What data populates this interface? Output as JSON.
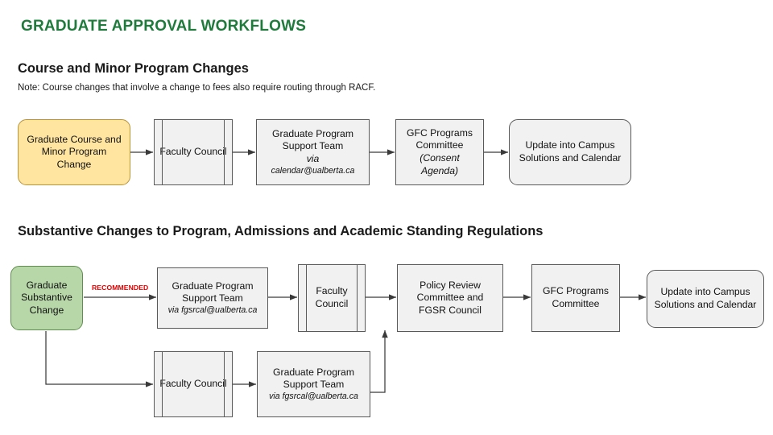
{
  "document": {
    "title": "GRADUATE APPROVAL WORKFLOWS",
    "title_color": "#1E7B3C"
  },
  "sections": [
    {
      "heading": "Course and Minor Program Changes",
      "note": "Note: Course changes that involve a change to fees also require routing through RACF."
    },
    {
      "heading": "Substantive Changes to Program, Admissions and Academic Standing Regulations"
    }
  ],
  "flow1": {
    "start": "Graduate Course and Minor Program Change",
    "start_color": "#FFE5A0",
    "nodes": [
      {
        "label": "Faculty Council",
        "shape": "predefined-process"
      },
      {
        "label": "Graduate Program Support Team",
        "via_prefix": "via",
        "via": "calendar@ualberta.ca",
        "shape": "rect"
      },
      {
        "label": "GFC Programs Committee",
        "note": "(Consent Agenda)",
        "shape": "rect"
      },
      {
        "label": "Update into Campus Solutions and Calendar",
        "shape": "rounded-rect"
      }
    ]
  },
  "flow2": {
    "start": "Graduate Substantive Change",
    "start_color": "#B7D7A8",
    "recommended_label": "RECOMMENDED",
    "recommended_color": "#E00000",
    "upper_path": [
      {
        "label": "Graduate Program Support Team",
        "via_prefix": "via",
        "via": "fgsrcal@ualberta.ca",
        "shape": "rect"
      },
      {
        "label": "Faculty Council",
        "shape": "predefined-process"
      }
    ],
    "lower_path": [
      {
        "label": "Faculty Council",
        "shape": "predefined-process"
      },
      {
        "label": "Graduate Program Support Team",
        "via_prefix": "via",
        "via": "fgsrcal@ualberta.ca",
        "shape": "rect"
      }
    ],
    "merge_path": [
      {
        "label": "Policy Review Committee and FGSR Council",
        "shape": "rect"
      },
      {
        "label": "GFC Programs Committee",
        "shape": "rect"
      },
      {
        "label": "Update into Campus Solutions and Calendar",
        "shape": "rounded-rect"
      }
    ]
  }
}
